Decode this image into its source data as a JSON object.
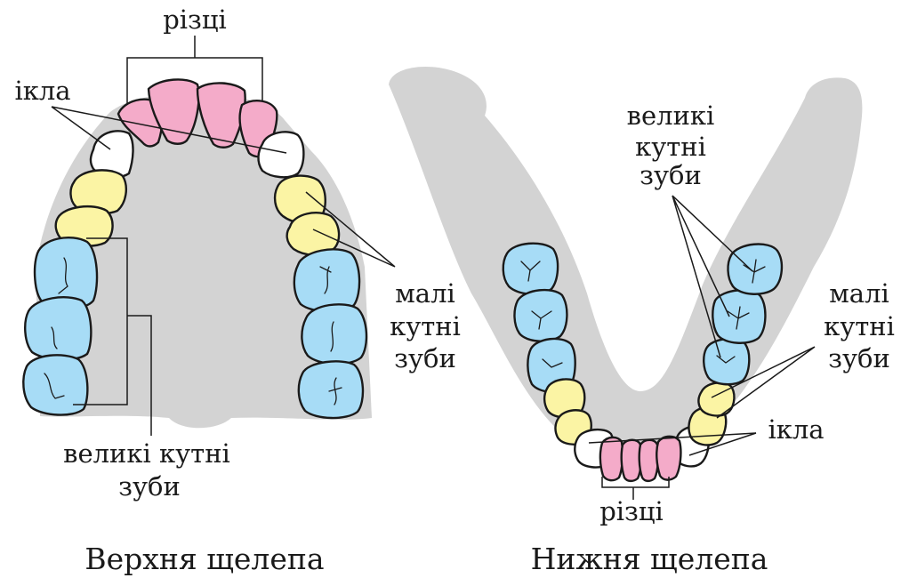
{
  "upper_jaw": {
    "title": "Верхня щелепа",
    "incisors_label": "різці",
    "canines_label": "ікла",
    "premolars_label": [
      "малі",
      "кутні",
      "зуби"
    ],
    "molars_label": [
      "великі кутні",
      "зуби"
    ]
  },
  "lower_jaw": {
    "title": "Нижня щелепа",
    "incisors_label": "різці",
    "canines_label": "ікла",
    "premolars_label": [
      "малі",
      "кутні",
      "зуби"
    ],
    "molars_label": [
      "великі",
      "кутні",
      "зуби"
    ]
  },
  "colors": {
    "incisors": "#f4abc9",
    "canines": "#ffffff",
    "premolars": "#fbf4a4",
    "molars": "#a7dcf6",
    "bone": "#d3d3d3",
    "outline": "#1a1a1a"
  }
}
